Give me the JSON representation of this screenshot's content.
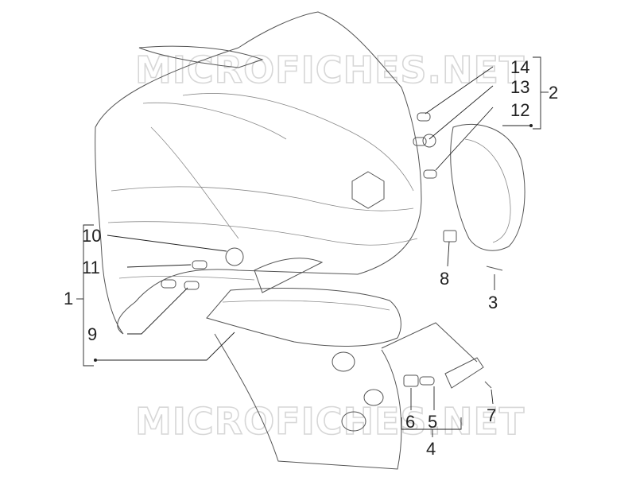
{
  "watermark": {
    "text": "MICROFICHES.NET"
  },
  "callouts": [
    {
      "id": "1",
      "label": "1"
    },
    {
      "id": "2",
      "label": "2"
    },
    {
      "id": "3",
      "label": "3"
    },
    {
      "id": "4",
      "label": "4"
    },
    {
      "id": "5",
      "label": "5"
    },
    {
      "id": "6",
      "label": "6"
    },
    {
      "id": "7",
      "label": "7"
    },
    {
      "id": "8",
      "label": "8"
    },
    {
      "id": "9",
      "label": "9"
    },
    {
      "id": "10",
      "label": "10"
    },
    {
      "id": "11",
      "label": "11"
    },
    {
      "id": "12",
      "label": "12"
    },
    {
      "id": "13",
      "label": "13"
    },
    {
      "id": "14",
      "label": "14"
    }
  ]
}
